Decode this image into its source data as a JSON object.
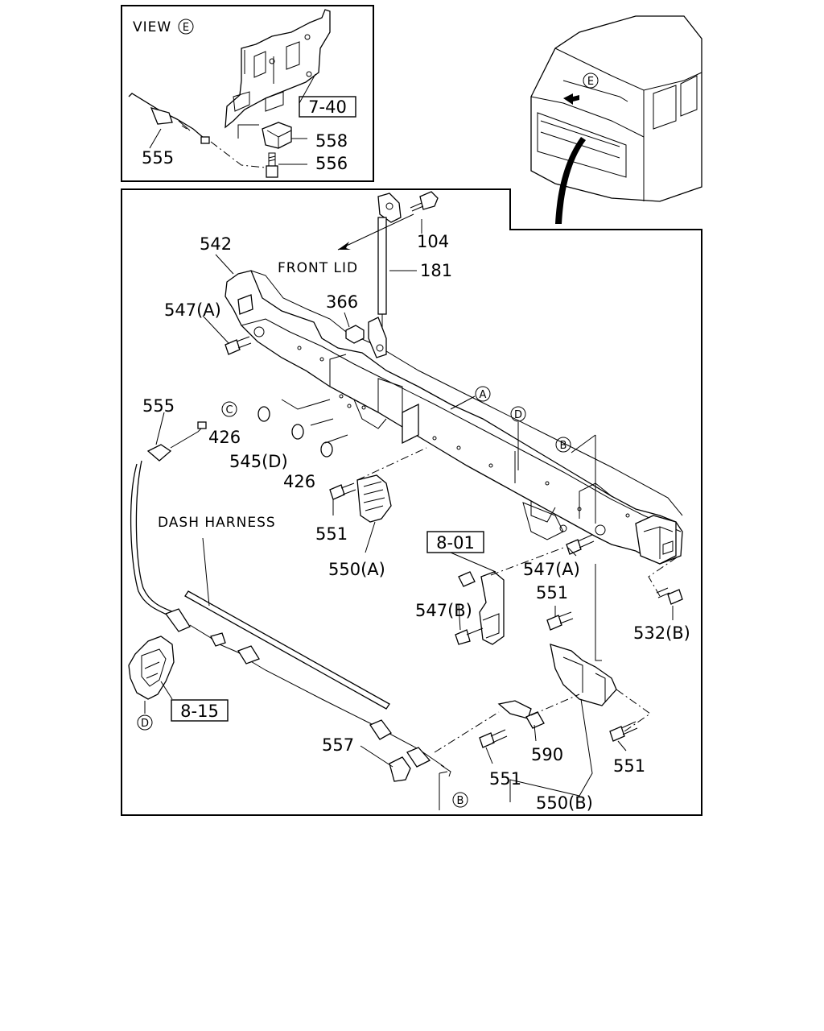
{
  "inset_view": {
    "title": "VIEW",
    "view_marker": "E",
    "ref_box": "7-40",
    "labels": [
      "555",
      "558",
      "556"
    ]
  },
  "cab_marker": "E",
  "main": {
    "text_labels": {
      "front_lid": "FRONT LID",
      "dash_harness": "DASH HARNESS"
    },
    "part_labels": {
      "p104": "104",
      "p181": "181",
      "p542": "542",
      "p366": "366",
      "p547a_left": "547(A)",
      "p555": "555",
      "p426_top": "426",
      "p545d": "545(D)",
      "p426_bottom": "426",
      "p551_left": "551",
      "p550a": "550(A)",
      "p547a_right": "547(A)",
      "p551_mid": "551",
      "p547b": "547(B)",
      "p532b": "532(B)",
      "p557": "557",
      "p590": "590",
      "p551_bottom_left": "551",
      "p551_bottom_right": "551",
      "p550b": "550(B)"
    },
    "ref_boxes": {
      "r801": "8-01",
      "r815": "8-15"
    },
    "circle_markers": {
      "a": "A",
      "b_top": "B",
      "b_bottom": "B",
      "c": "C",
      "d_top": "D",
      "d_bottom": "D"
    }
  }
}
